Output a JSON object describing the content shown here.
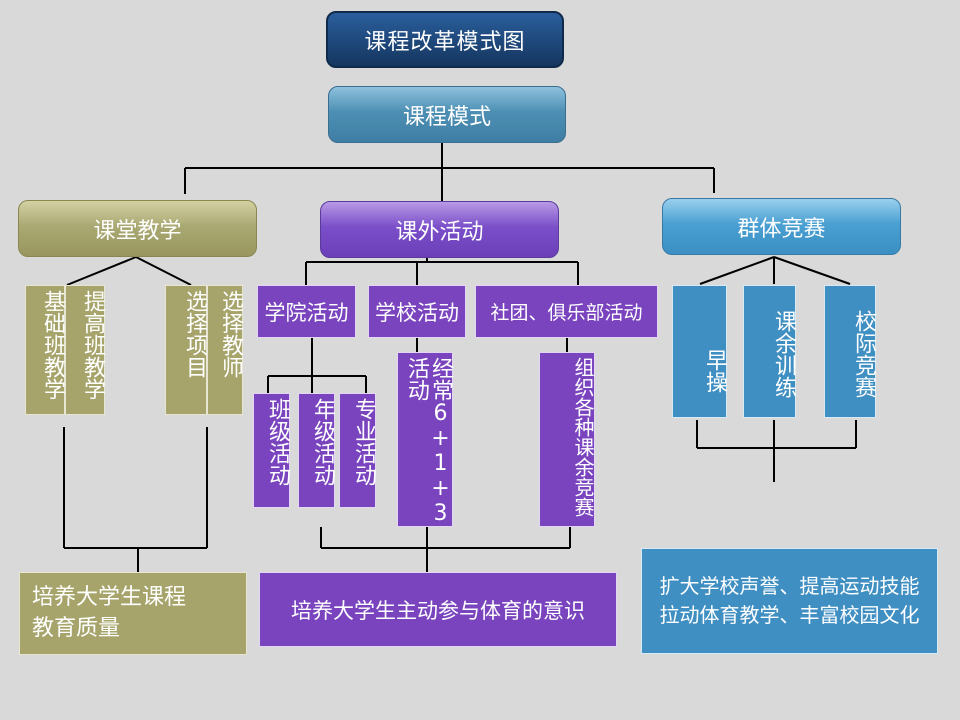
{
  "title": "课程改革模式图",
  "model": "课程模式",
  "categories": {
    "classroom": "课堂教学",
    "extracurricular": "课外活动",
    "competition": "群体竞赛"
  },
  "classroom": {
    "items": [
      "基础班教学",
      "提高班教学",
      "选择项目",
      "选择教师"
    ],
    "goal_lines": [
      "培养大学生课程",
      "教育质量"
    ]
  },
  "extracurricular": {
    "groups": [
      "学院活动",
      "学校活动",
      "社团、俱乐部活动"
    ],
    "college_items": [
      "班级活动",
      "年级活动",
      "专业活动"
    ],
    "school_item": "经常6+1+3活动",
    "club_item": "组织各种课余竞赛",
    "goal": "培养大学生主动参与体育的意识"
  },
  "competition": {
    "items": [
      "早操",
      "课余训练",
      "校际竞赛"
    ],
    "goal_lines": [
      "扩大学校声誉、提高运动技能",
      "拉动体育教学、丰富校园文化"
    ]
  },
  "colors": {
    "olive": "#a6a46b",
    "purple": "#7a44bf",
    "blue": "#3f8fc3",
    "navy": "#15365f"
  }
}
